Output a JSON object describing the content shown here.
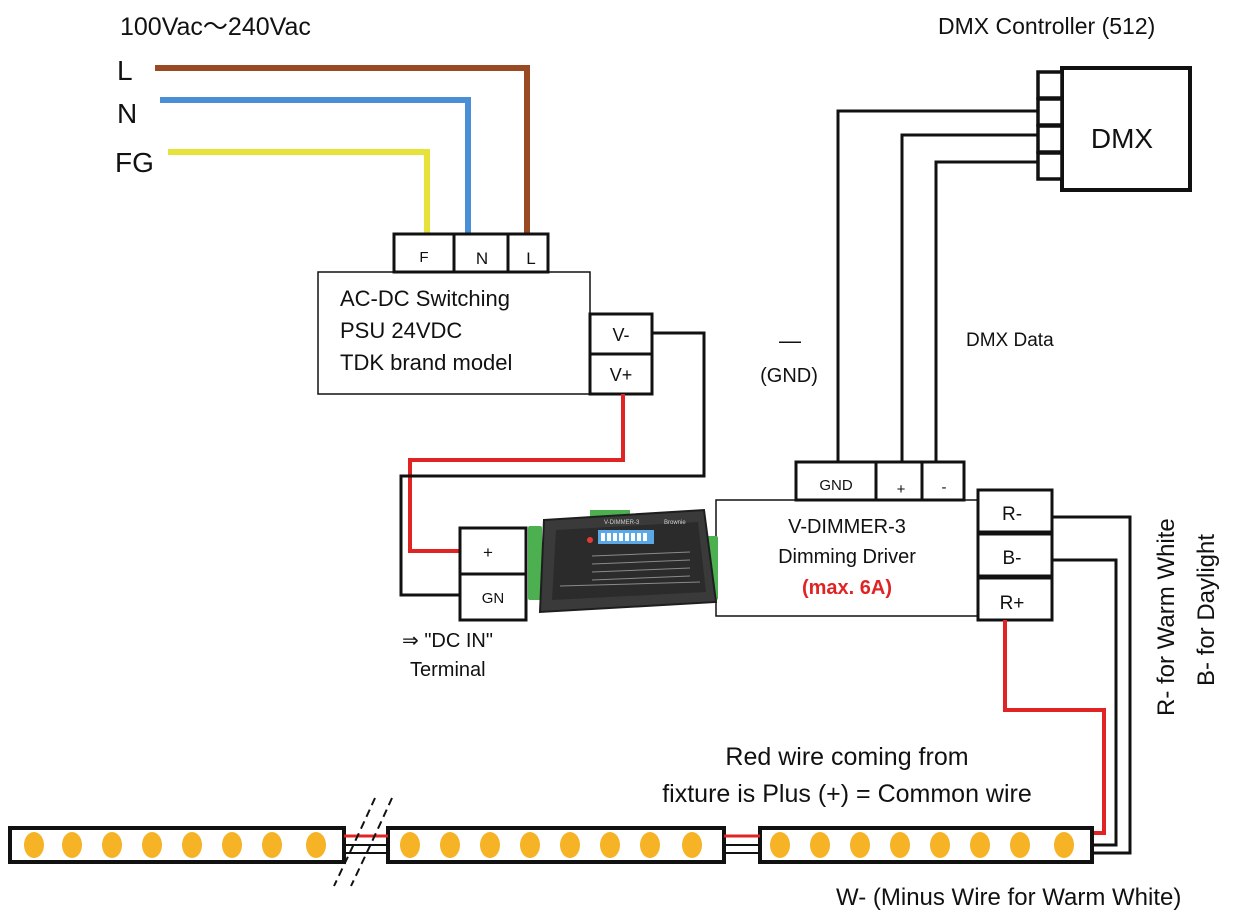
{
  "power": {
    "voltage_label": "100Vac〜240Vac",
    "line_L": "L",
    "line_N": "N",
    "line_FG": "FG"
  },
  "psu": {
    "terminal_F": "F",
    "terminal_N": "N",
    "terminal_L": "L",
    "line1": "AC-DC Switching",
    "line2": "PSU  24VDC",
    "line3": "TDK brand model",
    "vminus": "V-",
    "vplus": "V+"
  },
  "dmx": {
    "controller_title": "DMX Controller (512)",
    "box_label": "DMX",
    "data_label": "DMX Data",
    "gnd_symbol": "—",
    "gnd_label": "(GND)"
  },
  "dimmer": {
    "terminal_gnd": "GND",
    "terminal_plus": "+",
    "terminal_minus": "-",
    "line1": "V-DIMMER-3",
    "line2": "Dimming Driver",
    "max_label": "(max. 6A)",
    "out_rminus": "R-",
    "out_bminus": "B-",
    "out_rplus": "R+",
    "dc_plus": "+",
    "dc_gn": "GN",
    "dc_in_label": "⇒ \"DC IN\"",
    "terminal_label": "Terminal",
    "device_brand": "V-DIMMER-3",
    "device_maker": "Brownie"
  },
  "notes": {
    "rb_line1": "R- for Warm White",
    "rb_line2": "B- for Daylight",
    "red_wire_line1": "Red wire coming from",
    "red_wire_line2": "fixture is Plus (+) = Common wire",
    "w_minus": "W-  (Minus Wire for Warm White)"
  },
  "colors": {
    "live_brown": "#9a4a22",
    "neutral_blue": "#4a8ed6",
    "earth_yellow": "#e7e23a",
    "dc_red": "#e02424",
    "led_amber": "#f5b325",
    "max_red": "#e02424"
  }
}
